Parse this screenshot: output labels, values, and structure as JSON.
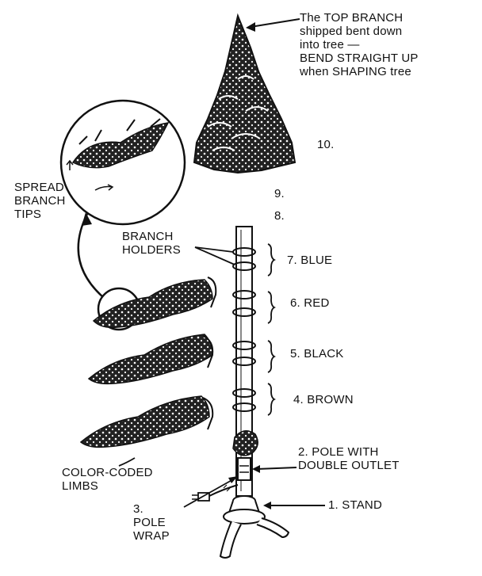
{
  "labels": {
    "top_note": [
      "The TOP BRANCH",
      "shipped bent down",
      "into tree —",
      "BEND STRAIGHT UP",
      "when SHAPING tree"
    ],
    "num_10": "10.",
    "num_9": "9.",
    "num_8": "8.",
    "spread": [
      "SPREAD",
      "BRANCH",
      "TIPS"
    ],
    "holders": [
      "BRANCH",
      "HOLDERS"
    ],
    "section_7": "7. BLUE",
    "section_6": "6. RED",
    "section_5": "5. BLACK",
    "section_4": "4. BROWN",
    "pole": [
      "2. POLE WITH",
      "DOUBLE OUTLET"
    ],
    "limbs": [
      "COLOR-CODED",
      "LIMBS"
    ],
    "stand": "1. STAND",
    "pole_wrap": [
      "3.",
      "POLE",
      "WRAP"
    ]
  },
  "colors": {
    "ink": "#111111",
    "background": "#ffffff"
  }
}
